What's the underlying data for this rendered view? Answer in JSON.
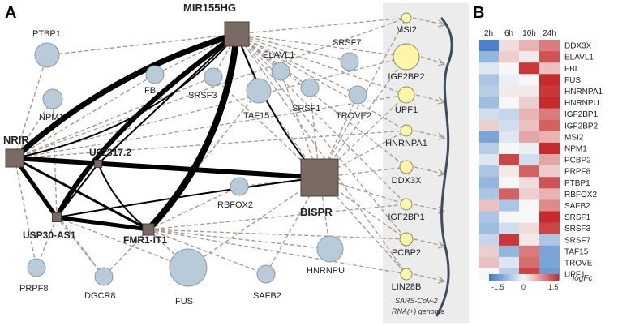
{
  "panels": {
    "a": "A",
    "b": "B"
  },
  "network": {
    "hubs": {
      "mir155hg": "MIR155HG",
      "nrir": "NRIR",
      "bispr": "BISPR",
      "usp30": "USP30-AS1",
      "fmr1": "FMR1-IT1",
      "u62317": "U62317.2"
    },
    "proteins": {
      "ptbp1": "PTBP1",
      "npm1": "NPM1",
      "fbl": "FBL",
      "srsf3": "SRSF3",
      "taf15": "TAF15",
      "elavl1": "ELAVL1",
      "srsf1": "SRSF1",
      "srsf7": "SRSF7",
      "trove2": "TROVE2",
      "rbfox2": "RBFOX2",
      "hnrnpu": "HNRNPU",
      "prpf8": "PRPF8",
      "dgcr8": "DGCR8",
      "fus": "FUS",
      "safb2": "SAFB2"
    },
    "viral_binders": [
      "MSI2",
      "IGF2BP2",
      "UPF1",
      "HNRNPA1",
      "DDX3X",
      "IGF2BP1",
      "PCBP2",
      "LIN28B"
    ],
    "genome_label_line1": "SARS-CoV-2",
    "genome_label_line2": "RNA(+) genome"
  },
  "heatmap": {
    "columns": [
      "2h",
      "6h",
      "10h",
      "24h"
    ],
    "rows": [
      "DDX3X",
      "ELAVL1",
      "FBL",
      "FUS",
      "HNRNPA1",
      "HNRNPU",
      "IGF2BP1",
      "IGF2BP2",
      "MSI2",
      "NPM1",
      "PCBP2",
      "PRPF8",
      "PTBP1",
      "RBFOX2",
      "SAFB2",
      "SRSF1",
      "SRSF3",
      "SRSF7",
      "TAF15",
      "TROVE",
      "UPF1"
    ],
    "values": [
      [
        -1.4,
        0.2,
        0.5,
        0.9
      ],
      [
        -0.8,
        0.3,
        0.1,
        1.2
      ],
      [
        -0.2,
        0.0,
        1.4,
        0.4
      ],
      [
        -0.6,
        -0.1,
        0.0,
        1.5
      ],
      [
        -0.5,
        0.1,
        0.1,
        1.4
      ],
      [
        -0.7,
        0.0,
        0.3,
        1.5
      ],
      [
        -0.3,
        -0.4,
        0.5,
        0.9
      ],
      [
        0.3,
        -0.3,
        0.4,
        1.1
      ],
      [
        -1.0,
        -0.2,
        0.6,
        0.5
      ],
      [
        -0.5,
        0.0,
        -0.1,
        1.6
      ],
      [
        -0.2,
        1.3,
        -0.3,
        0.6
      ],
      [
        -0.6,
        0.1,
        1.1,
        0.3
      ],
      [
        -0.8,
        0.0,
        0.2,
        1.2
      ],
      [
        -0.6,
        1.1,
        0.3,
        0.5
      ],
      [
        0.4,
        -0.6,
        0.0,
        0.8
      ],
      [
        -0.6,
        0.0,
        0.0,
        1.5
      ],
      [
        -0.7,
        -0.3,
        0.2,
        1.3
      ],
      [
        -0.4,
        1.4,
        0.1,
        -0.6
      ],
      [
        0.3,
        -0.8,
        0.9,
        -1.0
      ],
      [
        0.4,
        -0.2,
        1.0,
        -1.0
      ],
      [
        0.0,
        -0.5,
        1.3,
        -1.1
      ]
    ],
    "colors": {
      "low": "#3b7bc8",
      "mid": "#f7f7f7",
      "high": "#c62a2a"
    },
    "legend": {
      "min": "-1.5",
      "mid": "0",
      "max": "1.5",
      "title": "logFc"
    }
  },
  "colors": {
    "hub_fill": "#7a6a64",
    "protein_fill": "#b9cad8",
    "viral_fill": "#fdf6a8",
    "dashed_edge": "#a59a8f"
  }
}
